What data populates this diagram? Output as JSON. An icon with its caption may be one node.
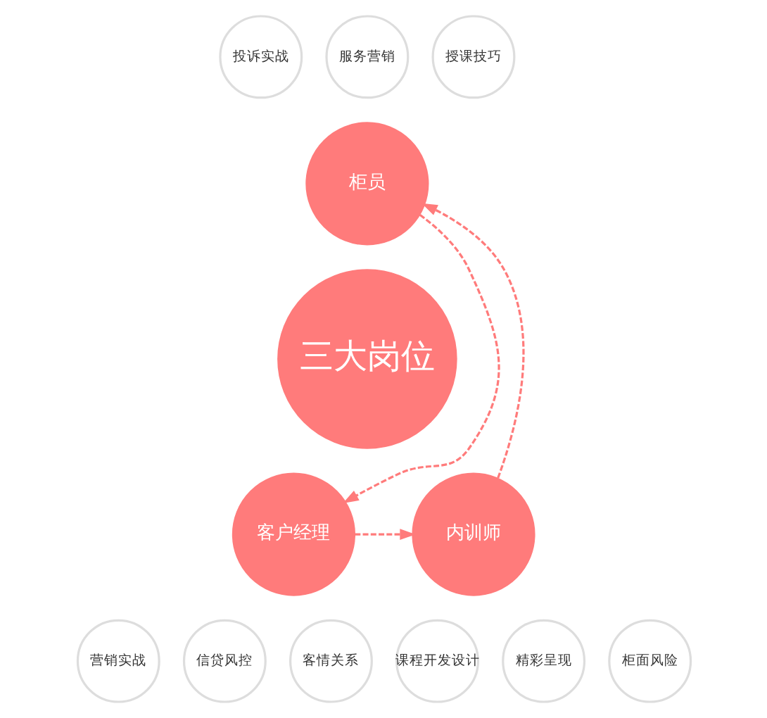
{
  "diagram": {
    "nodes": [
      {
        "text": [
          "三大岗位"
        ]
      },
      {
        "text": [
          "柜员"
        ]
      },
      {
        "text": [
          "客户经理"
        ]
      },
      {
        "text": [
          "内训师"
        ]
      },
      {
        "text": [
          "投诉实战"
        ]
      },
      {
        "text": [
          "服务营销"
        ]
      },
      {
        "text": [
          "授课技巧"
        ]
      },
      {
        "text": [
          "营销实战"
        ]
      },
      {
        "text": [
          "信贷风控"
        ]
      },
      {
        "text": [
          "客情关系"
        ]
      },
      {
        "text": [
          "课程开发设计"
        ]
      },
      {
        "text": [
          "精彩呈现"
        ]
      },
      {
        "text": [
          "柜面风险"
        ]
      }
    ],
    "edges": [
      {
        "from": 1,
        "to": 2,
        "arrow": "to",
        "style": "dashed"
      },
      {
        "from": 2,
        "to": 3,
        "arrow": "to",
        "style": "dashed"
      },
      {
        "from": 3,
        "to": 1,
        "arrow": "to",
        "style": "dashed"
      }
    ]
  }
}
